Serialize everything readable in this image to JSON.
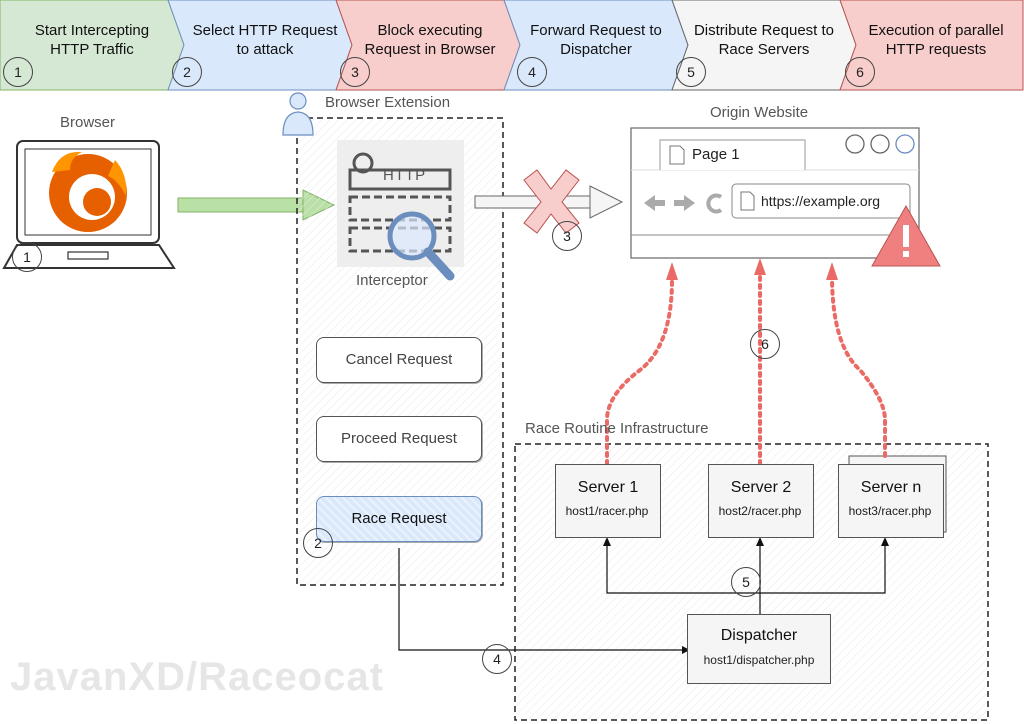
{
  "steps": [
    {
      "label": "Start Intercepting HTTP Traffic",
      "num": "1",
      "fill": "#d5e8d4",
      "stroke": "#82b366"
    },
    {
      "label": "Select HTTP Request to attack",
      "num": "2",
      "fill": "#dae8fc",
      "stroke": "#6c8ebf"
    },
    {
      "label": "Block executing Request in Browser",
      "num": "3",
      "fill": "#f8cecc",
      "stroke": "#b85450"
    },
    {
      "label": "Forward Request to Dispatcher",
      "num": "4",
      "fill": "#dae8fc",
      "stroke": "#6c8ebf"
    },
    {
      "label": "Distribute Request to Race Servers",
      "num": "5",
      "fill": "#f5f5f5",
      "stroke": "#666666"
    },
    {
      "label": "Execution of parallel HTTP requests",
      "num": "6",
      "fill": "#f8cecc",
      "stroke": "#b85450"
    }
  ],
  "browser": {
    "title": "Browser",
    "num": "1",
    "icon": "firefox-icon"
  },
  "extension": {
    "title": "Browser Extension",
    "interceptor_label": "Interceptor",
    "http_text": "HTTP",
    "buttons": {
      "cancel": "Cancel Request",
      "proceed": "Proceed Request",
      "race": "Race Request"
    },
    "race_num": "2"
  },
  "origin": {
    "title": "Origin Website",
    "tab_label": "Page 1",
    "url": "https://example.org",
    "block_num": "3"
  },
  "race_infra": {
    "title": "Race Routine Infrastructure",
    "servers": [
      {
        "name": "Server 1",
        "path": "host1/racer.php"
      },
      {
        "name": "Server 2",
        "path": "host2/racer.php"
      },
      {
        "name": "Server n",
        "path": "host3/racer.php"
      }
    ],
    "dispatcher": {
      "name": "Dispatcher",
      "path": "host1/dispatcher.php"
    },
    "num_parallel": "6",
    "num_distribute": "5",
    "num_forward": "4"
  },
  "watermark": "JavanXD/Raceocat",
  "colors": {
    "race_arrow": "#ea6b66",
    "forward_arrow": "#b9e0a5",
    "warning": "#f08080"
  }
}
